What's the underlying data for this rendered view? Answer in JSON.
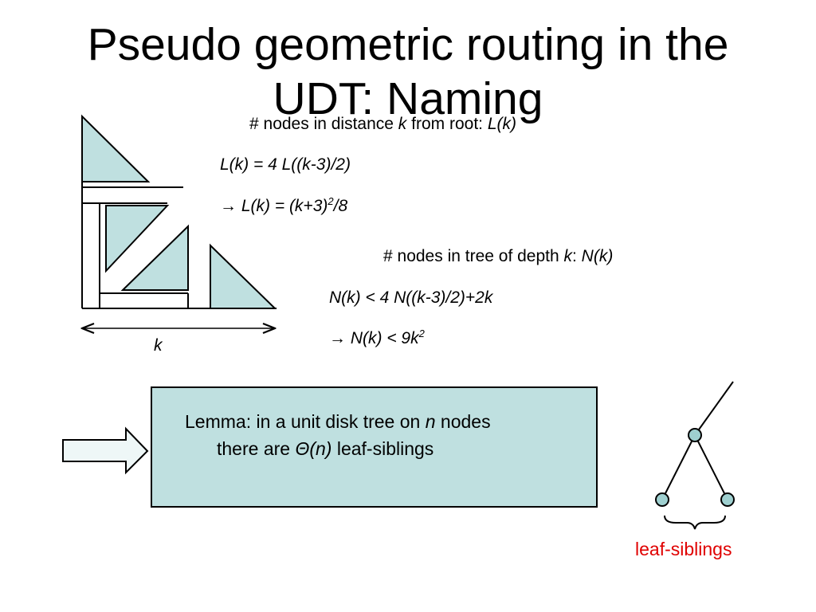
{
  "slide": {
    "title_line1": "Pseudo geometric routing in the",
    "title_line2": "UDT: Naming"
  },
  "formulas_top": {
    "line1_prefix": "# nodes in distance ",
    "line1_var": "k",
    "line1_mid": " from root: ",
    "line1_func": "L(k)",
    "line2": "L(k) = 4 L((k-3)/2)",
    "line3_arrow": "→",
    "line3_text": "L(k) = (k+3)",
    "line3_exp": "2",
    "line3_tail": "/8"
  },
  "formulas_bottom": {
    "line1_prefix": "# nodes in tree of depth ",
    "line1_var": "k",
    "line1_mid": ": ",
    "line1_func": "N(k)",
    "line2": "N(k) < 4 N((k-3)/2)+2k",
    "line3_arrow": "→",
    "line3_text": "N(k) < 9k",
    "line3_exp": "2"
  },
  "diagram": {
    "k_label": "k",
    "fill_color": "#bfe0e0"
  },
  "lemma": {
    "line1_prefix": "Lemma: in a unit disk tree on ",
    "line1_var": "n",
    "line1_suffix": " nodes",
    "line2_prefix": "there are ",
    "line2_theta": "Θ(n)",
    "line2_suffix": " leaf-siblings"
  },
  "tree": {
    "label": "leaf-siblings",
    "label_color": "#e00000",
    "node_color": "#9fd0d0"
  }
}
